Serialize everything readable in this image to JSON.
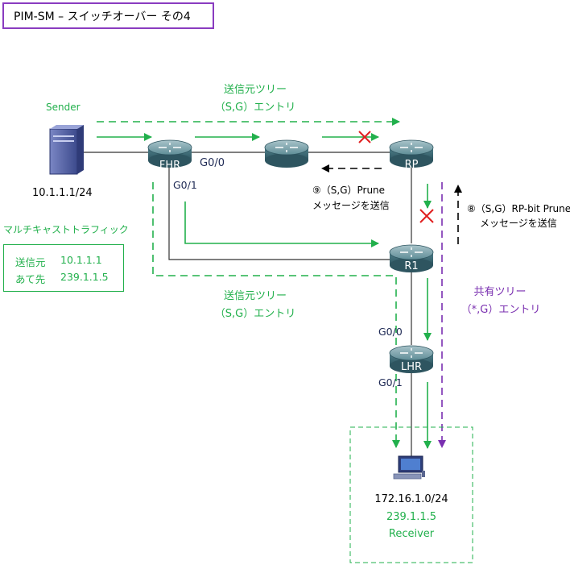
{
  "title": "PIM-SM – スイッチオーバー その4",
  "nodes": {
    "sender": {
      "label": "Sender",
      "ip": "10.1.1.1/24"
    },
    "fhr": {
      "label": "FHR",
      "if_g00": "G0/0",
      "if_g01": "G0/1"
    },
    "rp": {
      "label": "RP"
    },
    "r1": {
      "label": "R1"
    },
    "lhr": {
      "label": "LHR",
      "if_g00": "G0/0",
      "if_g01": "G0/1"
    },
    "receiver": {
      "network": "172.16.1.0/24",
      "group": "239.1.1.5",
      "label": "Receiver"
    }
  },
  "annotations": {
    "source_tree_top_line1": "送信元ツリー",
    "source_tree_top_line2": "（S,G）エントリ",
    "source_tree_bottom_line1": "送信元ツリー",
    "source_tree_bottom_line2": "（S,G）エントリ",
    "shared_tree_line1": "共有ツリー",
    "shared_tree_line2": "（*,G）エントリ",
    "prune9_line1": "⑨（S,G）Prune",
    "prune9_line2": "メッセージを送信",
    "prune8_line1": "⑧（S,G）RP-bit Prune",
    "prune8_line2": "メッセージを送信"
  },
  "multicast_traffic": {
    "heading": "マルチキャストトラフィック",
    "rows": [
      {
        "key": "送信元",
        "value": "10.1.1.1"
      },
      {
        "key": "あて先",
        "value": "239.1.1.5"
      }
    ]
  },
  "colors": {
    "green": "#22b04c",
    "purple": "#7a2fb0",
    "red": "#e02020",
    "title_border": "#8a3cc0",
    "router": "#3f6f7a"
  },
  "icons": [
    "server-icon",
    "router-icon",
    "pc-icon",
    "cross-mark-icon"
  ]
}
